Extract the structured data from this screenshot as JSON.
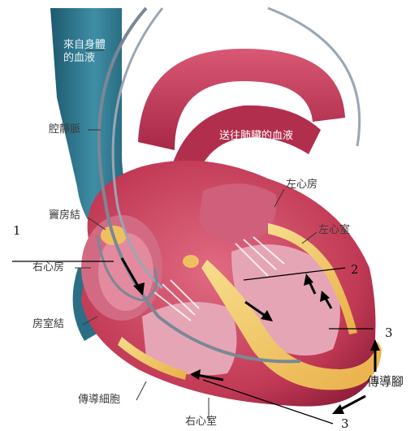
{
  "labels": {
    "from_body": [
      "來自身體",
      "的血液"
    ],
    "vena_cava": "腔靜脈",
    "to_lungs": "送往肺臟的血液",
    "left_atrium": "左心房",
    "left_ventricle": "左心室",
    "sa_node": "竇房結",
    "right_atrium": "右心房",
    "av_node": "房室結",
    "conduction_cells": "傳導細胞",
    "right_ventricle": "右心室",
    "conduction_fibers": "傳導腳"
  },
  "markers": {
    "m1": "1",
    "m2": "2",
    "m3a": "3",
    "m3b": "3"
  },
  "colors": {
    "vessel_blue": "#2b6f86",
    "heart_red": "#c23a55",
    "heart_dark": "#8e1d3a",
    "chamber_pink": "#e6a5b5",
    "conduction_yellow": "#f1c46a",
    "wire": "#7b8796"
  }
}
